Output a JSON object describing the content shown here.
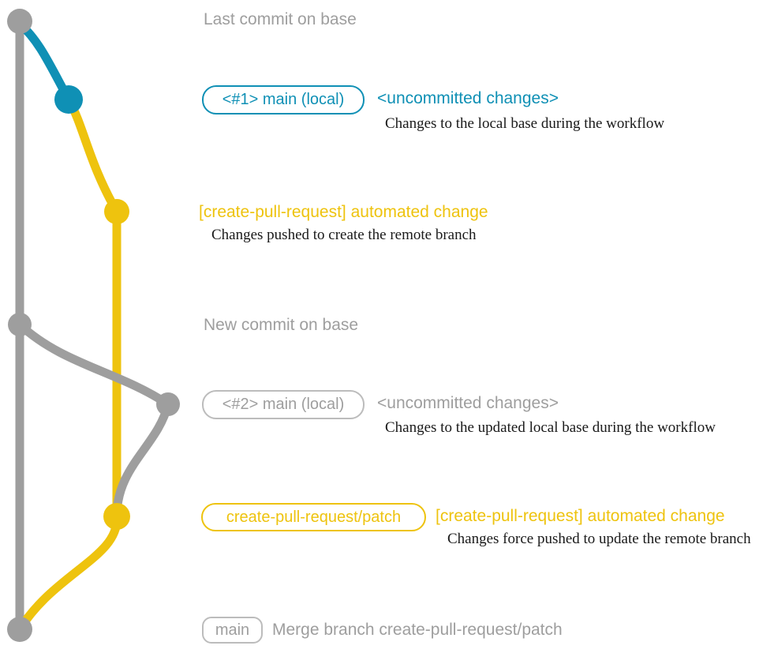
{
  "colors": {
    "gray": "#9e9e9e",
    "gray-light": "#bcbcbc",
    "blue": "#0f90b5",
    "yellow": "#eec30e",
    "text": "#1a1a1a"
  },
  "graph": {
    "branches": [
      {
        "name": "base",
        "color": "gray"
      },
      {
        "name": "local-main",
        "color": "blue"
      },
      {
        "name": "create-pull-request-patch",
        "color": "yellow"
      }
    ],
    "commits": [
      {
        "name": "last-commit-on-base",
        "color": "gray"
      },
      {
        "name": "uncommitted-changes-1",
        "color": "blue"
      },
      {
        "name": "automated-change-1",
        "color": "yellow"
      },
      {
        "name": "new-commit-on-base",
        "color": "gray"
      },
      {
        "name": "uncommitted-changes-2",
        "color": "gray"
      },
      {
        "name": "automated-change-2",
        "color": "yellow"
      },
      {
        "name": "merge-commit",
        "color": "gray"
      }
    ]
  },
  "labels": {
    "last_commit": "Last commit on base",
    "branch1_badge": "<#1> main (local)",
    "branch1_title": "<uncommitted changes>",
    "branch1_desc": "Changes to the local base during the workflow",
    "auto1_title": "[create-pull-request] automated change",
    "auto1_desc": "Changes pushed to create the remote branch",
    "new_commit": "New commit on base",
    "branch2_badge": "<#2> main (local)",
    "branch2_title": "<uncommitted changes>",
    "branch2_desc": "Changes to the updated local base during the workflow",
    "patch_badge": "create-pull-request/patch",
    "auto2_title": "[create-pull-request] automated change",
    "auto2_desc": "Changes force pushed to update the remote branch",
    "main_badge": "main",
    "merge_text": "Merge branch create-pull-request/patch"
  }
}
